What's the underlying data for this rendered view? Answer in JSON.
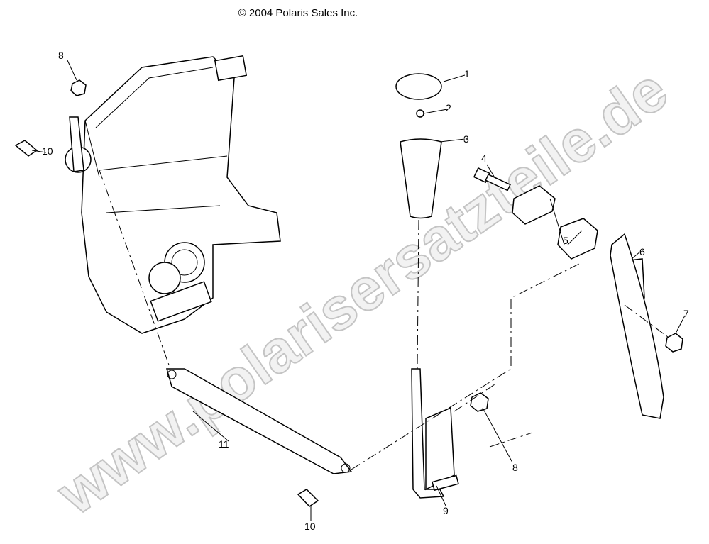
{
  "copyright": "© 2004 Polaris Sales Inc.",
  "watermark": "www.polarisersatzteile.de",
  "callouts": {
    "c1": "1",
    "c2": "2",
    "c3": "3",
    "c4": "4",
    "c5": "5",
    "c6": "6",
    "c7": "7",
    "c8a": "8",
    "c8b": "8",
    "c9": "9",
    "c10a": "10",
    "c10b": "10",
    "c11": "11"
  }
}
